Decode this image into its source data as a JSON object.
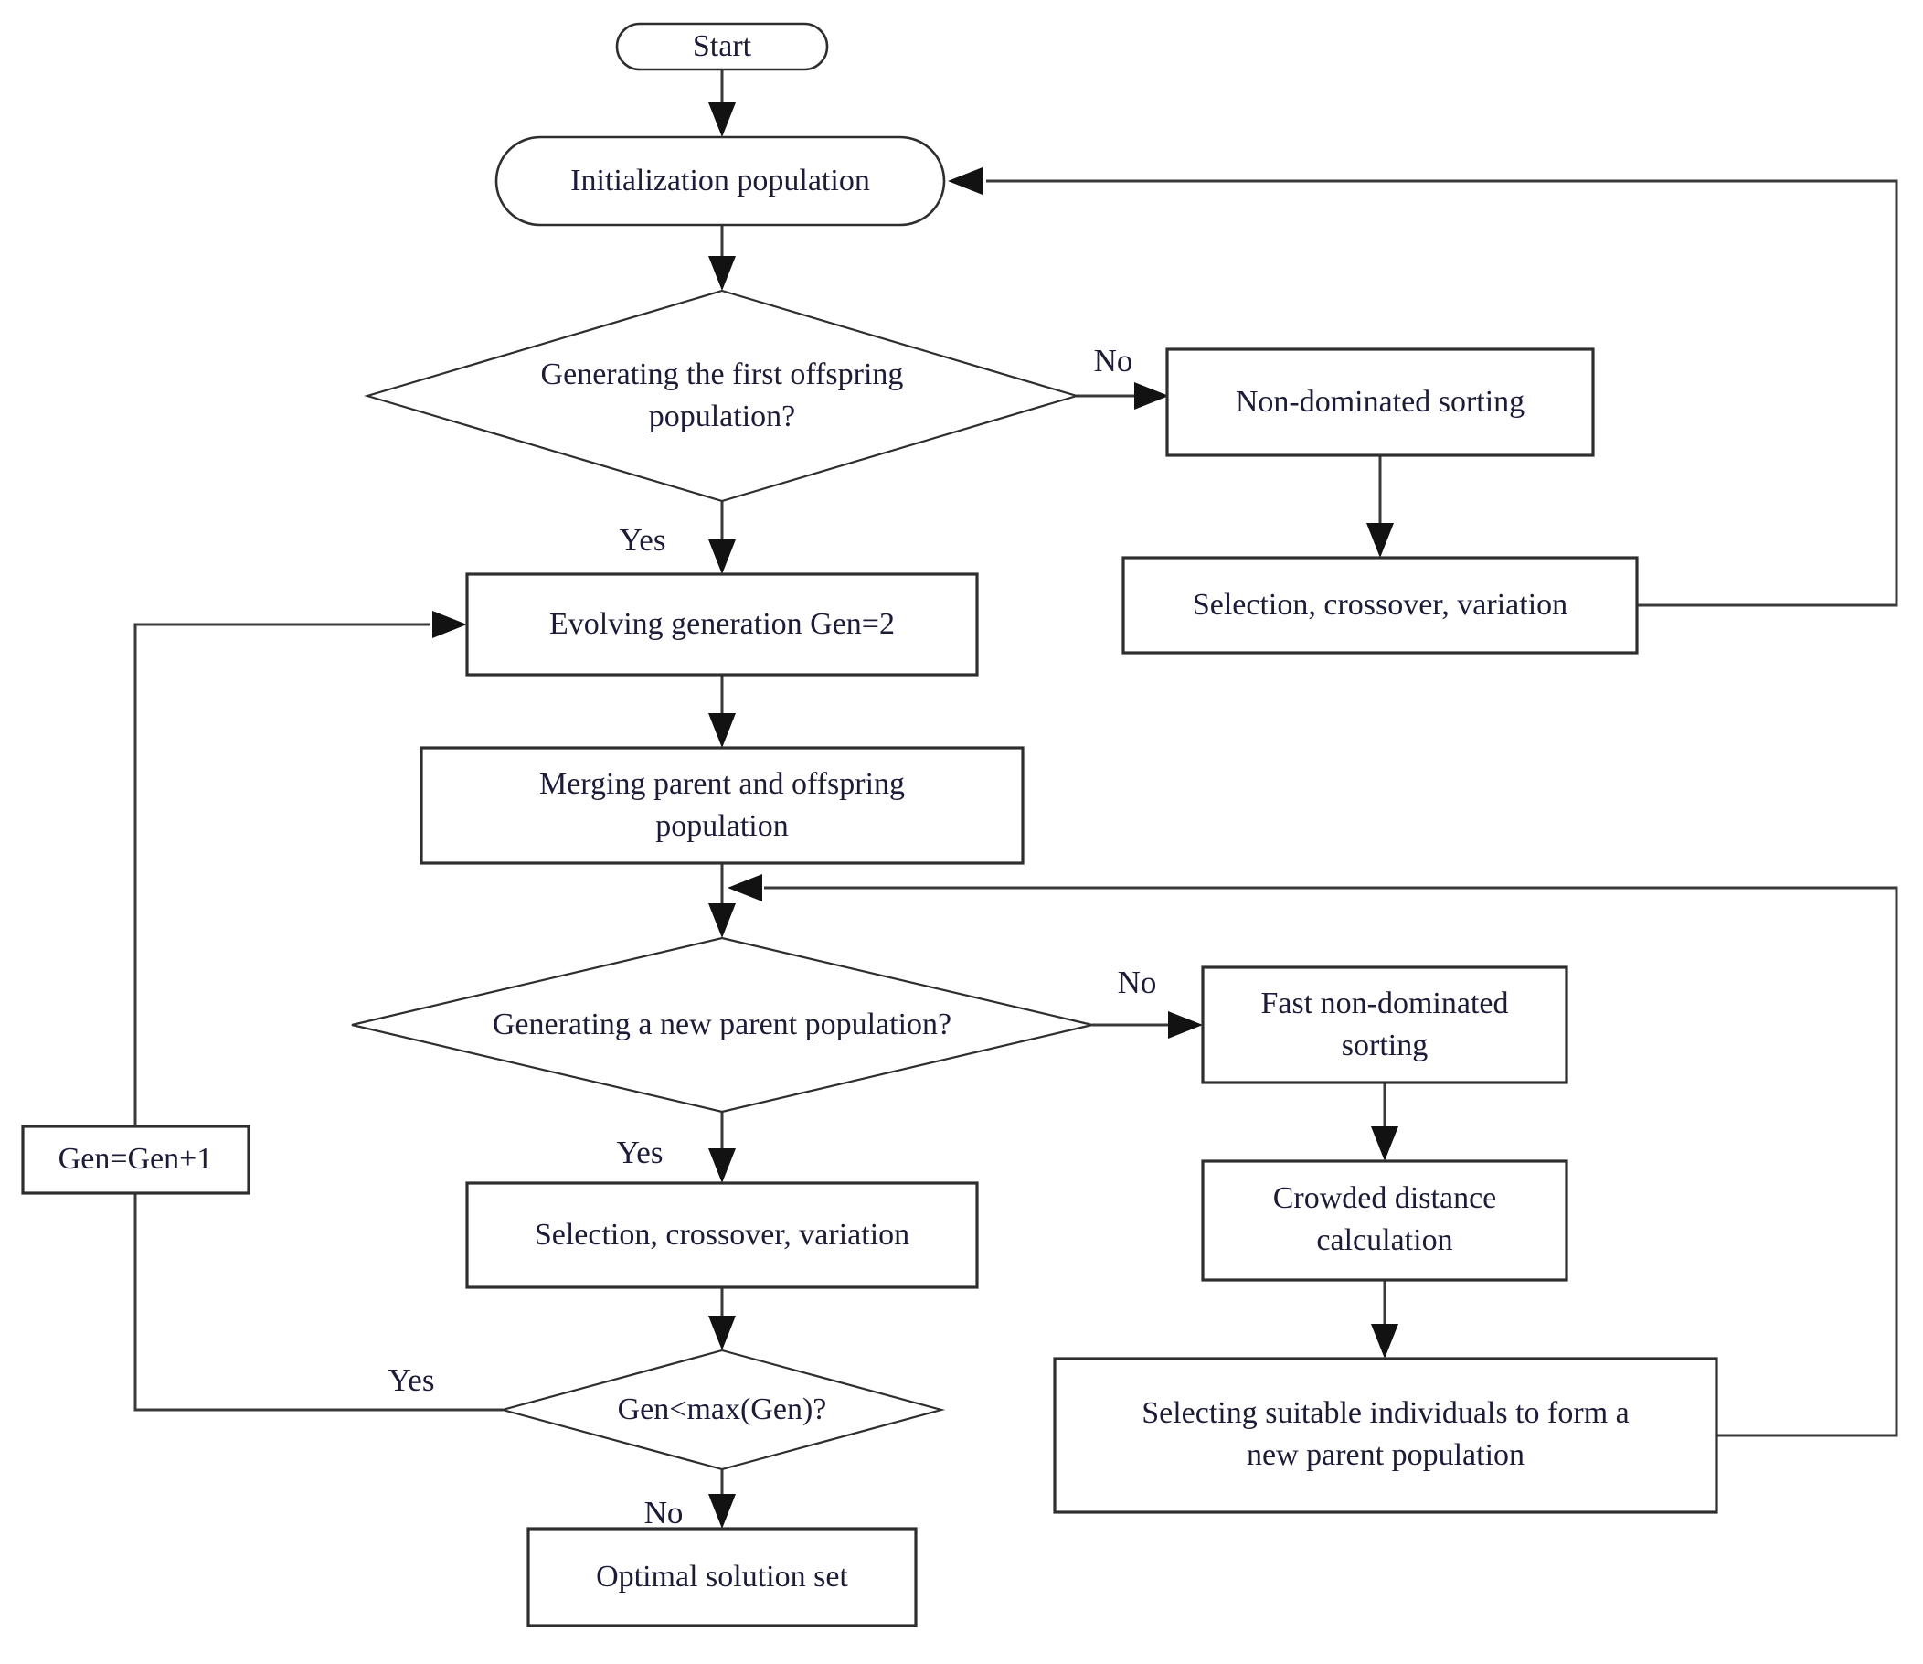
{
  "flowchart": {
    "nodes": {
      "start": {
        "shape": "stadium",
        "label": "Start"
      },
      "init": {
        "shape": "stadium",
        "label": "Initialization population"
      },
      "first_offspring_decision": {
        "shape": "diamond",
        "lines": [
          "Generating the first offspring",
          "population?"
        ]
      },
      "non_dominated_sorting": {
        "shape": "rect",
        "label": "Non-dominated sorting"
      },
      "selection_crossover_variation_top": {
        "shape": "rect",
        "label": "Selection, crossover, variation"
      },
      "evolving_generation": {
        "shape": "rect",
        "label": "Evolving generation Gen=2"
      },
      "merging_population": {
        "shape": "rect",
        "lines": [
          "Merging parent and offspring",
          "population"
        ]
      },
      "new_parent_decision": {
        "shape": "diamond",
        "label": "Generating a new parent population?"
      },
      "fast_non_dominated_sorting": {
        "shape": "rect",
        "lines": [
          "Fast non-dominated",
          "sorting"
        ]
      },
      "crowded_distance": {
        "shape": "rect",
        "lines": [
          "Crowded distance",
          "calculation"
        ]
      },
      "selecting_individuals": {
        "shape": "rect",
        "lines": [
          "Selecting suitable individuals to form a",
          "new parent population"
        ]
      },
      "selection_crossover_variation_bottom": {
        "shape": "rect",
        "label": "Selection, crossover, variation"
      },
      "gen_increment": {
        "shape": "rect",
        "label": "Gen=Gen+1"
      },
      "gen_max_decision": {
        "shape": "diamond",
        "label": "Gen<max(Gen)?"
      },
      "optimal_solution": {
        "shape": "rect",
        "label": "Optimal solution set"
      }
    },
    "branch_labels": {
      "first_offspring_no": "No",
      "first_offspring_yes": "Yes",
      "new_parent_no": "No",
      "new_parent_yes": "Yes",
      "gen_max_yes": "Yes",
      "gen_max_no": "No"
    },
    "colors": {
      "background": "#ffffff",
      "line": "#3a3a3a",
      "node_border": "#2e2e2e",
      "text": "#1c1c38",
      "arrowhead": "#121212"
    }
  }
}
